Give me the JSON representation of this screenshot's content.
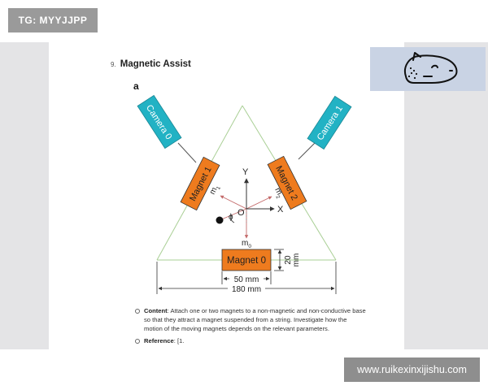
{
  "watermarks": {
    "top_left": "TG: MYYJJPP",
    "bottom_right": "www.ruikexinxijishu.com",
    "logo_icon": "capybara-head-icon"
  },
  "section": {
    "number": "9.",
    "title": "Magnetic Assist",
    "panel": "a"
  },
  "diagram": {
    "camera_left": "Camera 0",
    "camera_right": "Camera 1",
    "magnet_left": "Magnet 1",
    "magnet_right": "Magnet 2",
    "magnet_bottom": "Magnet 0",
    "m1": "m",
    "m1_sub": "1",
    "m2": "m",
    "m2_sub": "2",
    "m0": "m",
    "m0_sub": "0",
    "axis_x": "X",
    "axis_y": "Y",
    "origin": "O",
    "angle": "ϕ",
    "dim_height": "20",
    "dim_height_unit": "mm",
    "dim_inner": "50 mm",
    "dim_outer": "180 mm",
    "colors": {
      "camera": "#22b2c4",
      "magnet": "#ee7b1e",
      "frame": "#a9cf95",
      "dim": "#333333"
    }
  },
  "bullets": [
    {
      "label": "Content",
      "text": ": Attach one or two magnets to a non-magnetic and non-conductive base so that they attract a magnet suspended from a string. Investigate how the motion of the moving magnets depends on the relevant parameters."
    },
    {
      "label": "Reference",
      "text": ": [1."
    }
  ]
}
